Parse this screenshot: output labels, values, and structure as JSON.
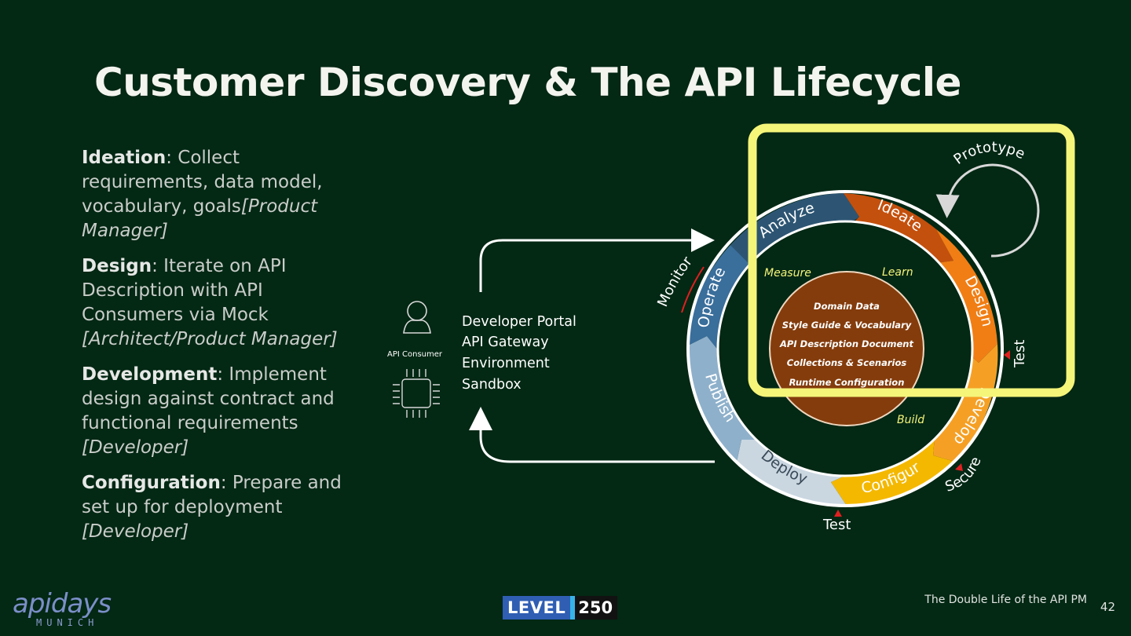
{
  "slide": {
    "title": "Customer Discovery & The API Lifecycle",
    "footer": "The Double Life of the API PM",
    "page_number": "42"
  },
  "bullets": [
    {
      "term": "Ideation",
      "text": ": Collect requirements, data model, vocabulary, goals",
      "role": "[Product Manager]"
    },
    {
      "term": "Design",
      "text": ": Iterate on API Description with API Consumers via Mock",
      "role": "[Architect/Product Manager]"
    },
    {
      "term": "Development",
      "text": ": Implement design against contract and functional requirements",
      "role": "[Developer]"
    },
    {
      "term": "Configuration",
      "text": ": Prepare and set up for deployment",
      "role": "[Developer]"
    }
  ],
  "consumer": {
    "label": "API Consumer",
    "icons": [
      "person-icon",
      "chip-icon"
    ],
    "portal_lines": [
      "Developer Portal",
      "API Gateway",
      "Environment",
      "Sandbox"
    ]
  },
  "lifecycle": {
    "stages": [
      "Analyze",
      "Ideate",
      "Design",
      "Develop",
      "Configure",
      "Deploy",
      "Publish",
      "Operate"
    ],
    "inner_labels": [
      "Measure",
      "Learn",
      "Build"
    ],
    "core_items": [
      "Domain Data",
      "Style Guide & Vocabulary",
      "API Description Document",
      "Collections & Scenarios",
      "Runtime Configuration"
    ],
    "outer_labels": {
      "prototype": "Prototype",
      "monitor": "Monitor",
      "test_right": "Test",
      "secure": "Secure",
      "test_bottom": "Test"
    },
    "colors": {
      "analyze": "#2d5573",
      "ideate": "#c4500d",
      "design": "#f07e15",
      "develop": "#f5a025",
      "configure": "#f4b800",
      "deploy": "#cad7e1",
      "publish": "#8eb0cb",
      "operate": "#3a6e9b",
      "core": "#843c0c",
      "highlight": "#f5f57a"
    }
  },
  "logos": {
    "apidays": "apidays",
    "apidays_sub": "MUNICH",
    "level": "LEVEL",
    "level_num": "250"
  }
}
